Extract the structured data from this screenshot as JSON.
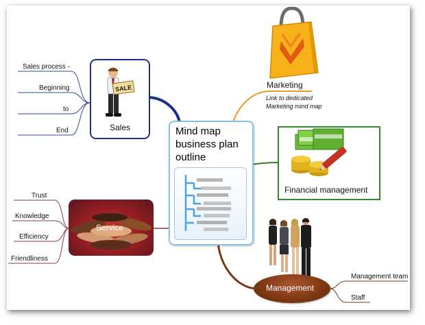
{
  "center": {
    "title": "Mind map\nbusiness plan\noutline",
    "icon": "outline-tree-icon"
  },
  "sales": {
    "label": "Sales",
    "icon": "salesman-icon",
    "sign": "SALE",
    "items": [
      "Sales process -",
      "Beginning",
      "to",
      "End"
    ]
  },
  "marketing": {
    "label": "Marketing",
    "icon": "shopping-bag-icon",
    "note": "Link to dedicated\nMarketing mind map"
  },
  "financial": {
    "label": "Financial management",
    "icon": "money-coins-pen-icon"
  },
  "service": {
    "label": "Service",
    "icon": "stacked-hands-icon",
    "items": [
      "Trust",
      "Knowledge",
      "Efficiency",
      "Friendliness"
    ]
  },
  "management": {
    "label": "Management",
    "icon": "business-team-icon",
    "items": [
      "Management team",
      "Staff"
    ]
  },
  "colors": {
    "sales_branch": "#1c2f86",
    "marketing_branch": "#e69a2e",
    "financial_branch": "#3c7a1e",
    "service_branch": "#8a3a4a",
    "management_branch": "#7d3712"
  }
}
